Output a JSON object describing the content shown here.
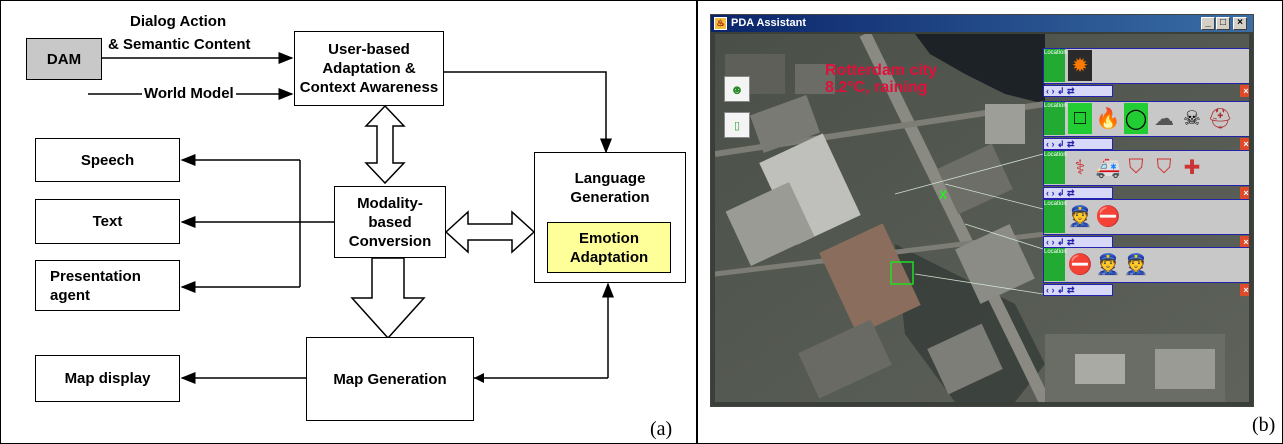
{
  "left_panel": {
    "tag": "(a)",
    "boxes": {
      "dam": "DAM",
      "user_adapt": "User-based\nAdaptation &\nContext Awareness",
      "speech": "Speech",
      "text": "Text",
      "presentation": "Presentation\nagent",
      "modality": "Modality-\nbased\nConversion",
      "language": "Language\nGeneration",
      "emotion": "Emotion\nAdaptation",
      "map_display": "Map display",
      "map_generation": "Map Generation"
    },
    "labels": {
      "dialog_action": "Dialog Action",
      "semantic_content": "& Semantic Content",
      "world_model": "World Model"
    },
    "colors": {
      "dam_fill": "#c8c8c8",
      "emotion_fill": "#ffff99"
    }
  },
  "right_panel": {
    "tag": "(b)",
    "window_title": "PDA Assistant",
    "window_buttons": [
      "_",
      "□",
      "×"
    ],
    "overlay_line1": "Rotterdam city",
    "overlay_line2": "8.2°C, raining",
    "location_label": "Location",
    "map_marker": "X",
    "colors": {
      "overlay_text": "#e0103a",
      "row_border": "#2222aa",
      "location_badge": "#22aa33"
    },
    "rows": [
      {
        "icons": [
          "explosion-icon"
        ]
      },
      {
        "icons": [
          "square-icon",
          "fire-icon",
          "circle-icon",
          "smoke-icon",
          "skull-icon",
          "firefighter-icon"
        ]
      },
      {
        "icons": [
          "paramedic-icon",
          "ambulance-icon",
          "stretcher-icon",
          "stretcher-icon",
          "medic-icon"
        ]
      },
      {
        "icons": [
          "police-icon",
          "no-entry-icon"
        ]
      },
      {
        "icons": [
          "no-entry-icon",
          "police-icon",
          "police-icon"
        ]
      }
    ]
  }
}
